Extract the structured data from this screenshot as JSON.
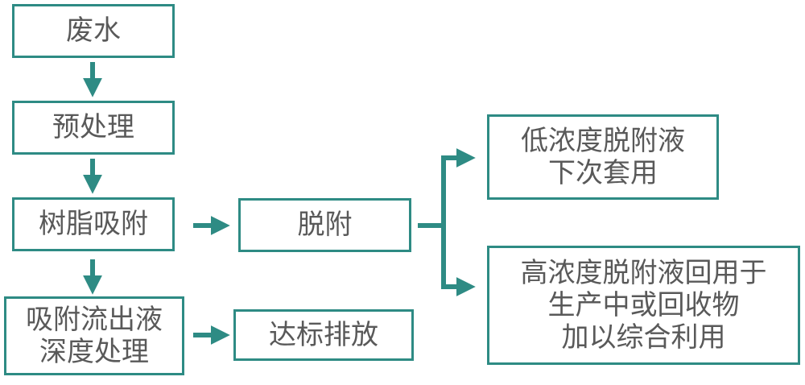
{
  "diagram": {
    "accent_color": "#2e8b84",
    "text_color": "#595959",
    "nodes": {
      "wastewater": "废水",
      "pretreatment": "预处理",
      "resin_adsorption": "树脂吸附",
      "effluent_treatment": "吸附流出液\n深度处理",
      "discharge": "达标排放",
      "desorption": "脱附",
      "low_conc": "低浓度脱附液\n下次套用",
      "high_conc": "高浓度脱附液回用于\n生产中或回收物\n加以综合利用"
    }
  }
}
